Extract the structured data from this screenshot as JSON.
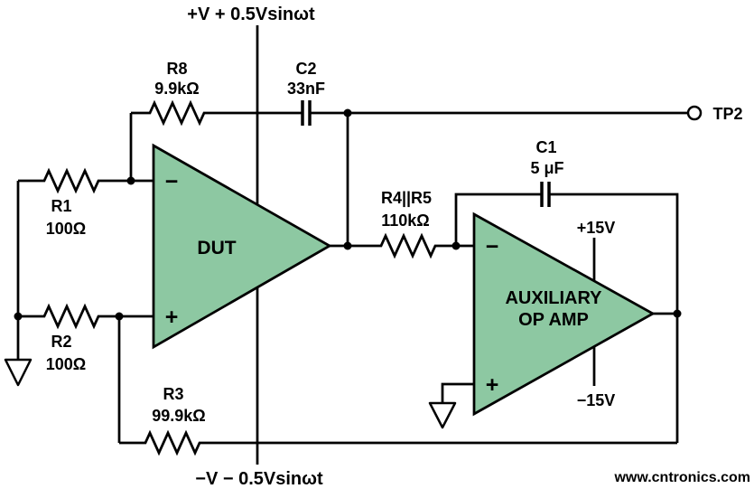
{
  "colors": {
    "opamp_fill": "#8dc8a2",
    "wire": "#000000",
    "watermark": "#a6d48e",
    "background": "#ffffff"
  },
  "labels": {
    "supply_top": "+V + 0.5Vsinωt",
    "supply_bottom": "−V − 0.5Vsinωt",
    "tp2": "TP2",
    "dut": "DUT",
    "aux_line1": "AUXILIARY",
    "aux_line2": "OP AMP",
    "minus_sign": "−",
    "plus_sign": "+",
    "aux_supply_pos": "+15V",
    "aux_supply_neg": "−15V",
    "watermark": "www.cntronics.com"
  },
  "components": {
    "r1": {
      "name": "R1",
      "value": "100Ω"
    },
    "r2": {
      "name": "R2",
      "value": "100Ω"
    },
    "r3": {
      "name": "R3",
      "value": "99.9kΩ"
    },
    "r8": {
      "name": "R8",
      "value": "9.9kΩ"
    },
    "r4r5": {
      "name": "R4||R5",
      "value": "110kΩ"
    },
    "c1": {
      "name": "C1",
      "value": "5 μF"
    },
    "c2": {
      "name": "C2",
      "value": "33nF"
    }
  }
}
